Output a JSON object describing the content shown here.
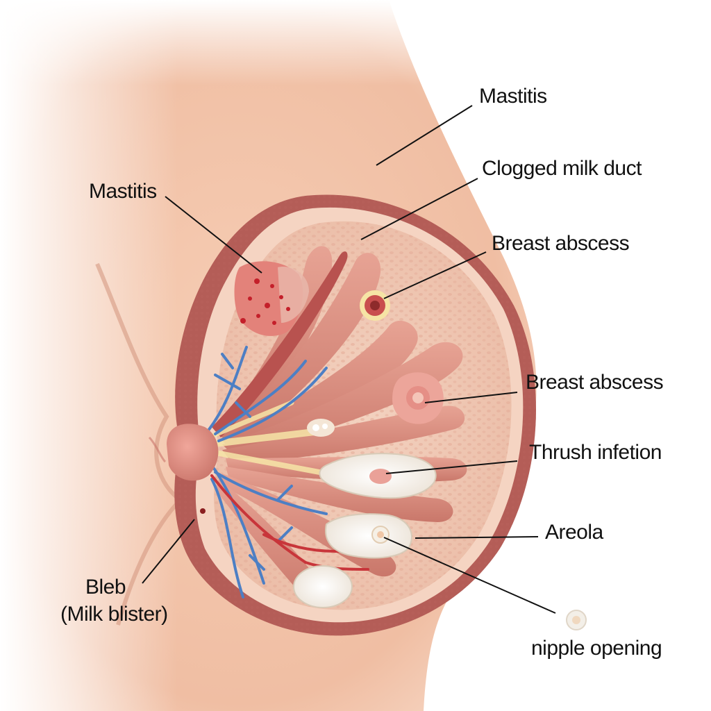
{
  "labels": {
    "mastitis_right": "Mastitis",
    "mastitis_left": "Mastitis",
    "clogged_milk_duct": "Clogged milk duct",
    "breast_abscess_1": "Breast abscess",
    "breast_abscess_2": "Breast abscess",
    "thrush_infection": "Thrush infetion",
    "areola": "Areola",
    "bleb_line1": "Bleb",
    "bleb_line2": "(Milk blister)",
    "nipple_opening": "nipple opening"
  },
  "colors": {
    "skin": "#f1c3a8",
    "tissue": "#efc7b2",
    "lobe": "#d98b7c",
    "vein": "#4d7fc4",
    "artery": "#c8353a",
    "pus": "#f6f1ea"
  }
}
